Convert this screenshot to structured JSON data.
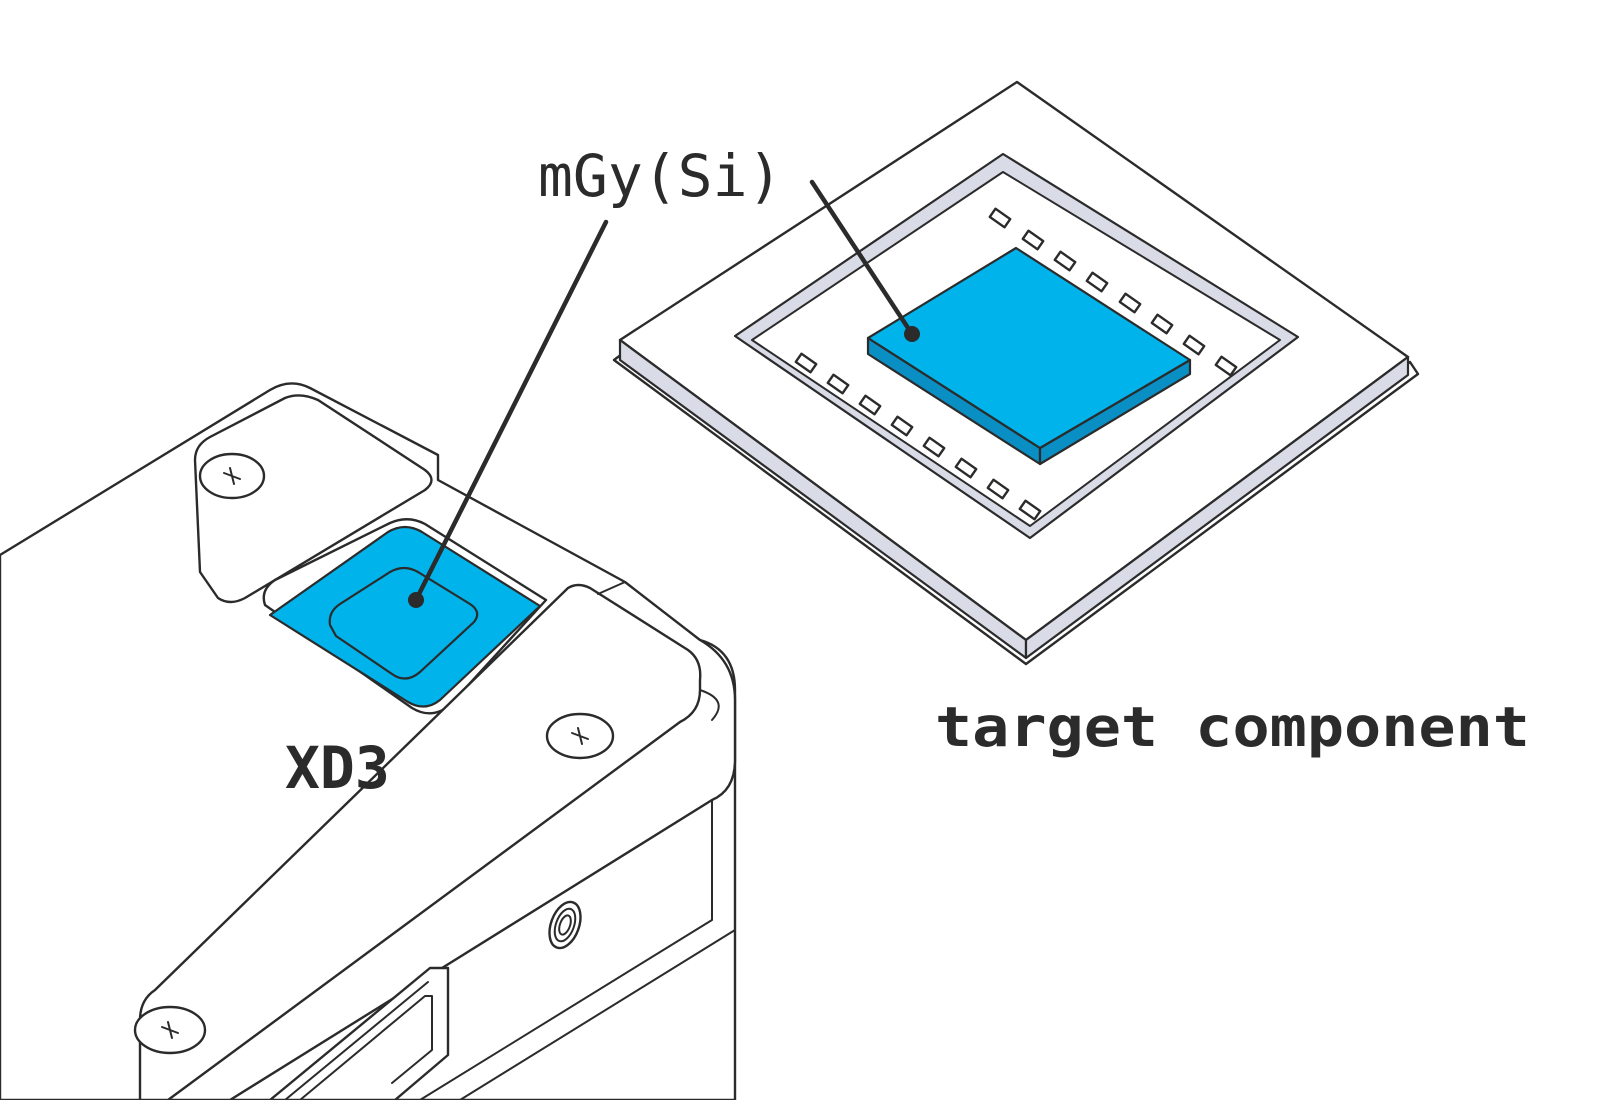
{
  "labels": {
    "unit": "mGy(Si)",
    "device": "XD3",
    "target": "target component"
  },
  "colors": {
    "sensor_blue": "#00b3ea",
    "sensor_blue_dark": "#0a8fc4",
    "frame_gray": "#d9dbe6",
    "line": "#2b2b2b",
    "background": "#ffffff"
  }
}
